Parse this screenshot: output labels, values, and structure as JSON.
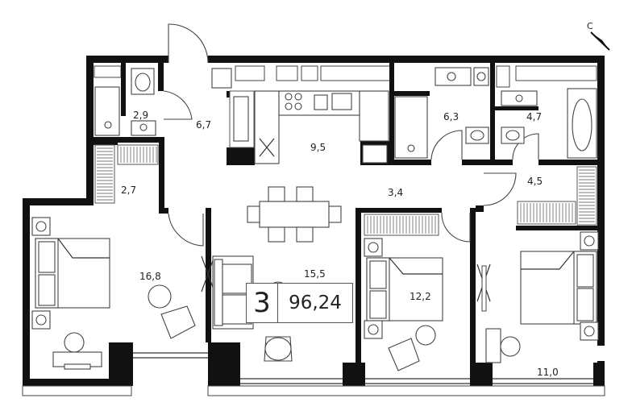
{
  "compass": {
    "label": "С"
  },
  "summary": {
    "rooms": "3",
    "total_area": "96,24"
  },
  "rooms": [
    {
      "id": "wc",
      "label": "2,9"
    },
    {
      "id": "hall-entry",
      "label": "6,7"
    },
    {
      "id": "kitchen",
      "label": "9,5"
    },
    {
      "id": "bath-1",
      "label": "6,3"
    },
    {
      "id": "bath-2",
      "label": "4,7"
    },
    {
      "id": "closet-left",
      "label": "2,7"
    },
    {
      "id": "corridor",
      "label": "3,4"
    },
    {
      "id": "hall-right",
      "label": "4,5"
    },
    {
      "id": "bedroom-left",
      "label": "16,8"
    },
    {
      "id": "living",
      "label": "15,5"
    },
    {
      "id": "bedroom-middle",
      "label": "12,2"
    },
    {
      "id": "bedroom-right",
      "label": "11,0"
    }
  ]
}
